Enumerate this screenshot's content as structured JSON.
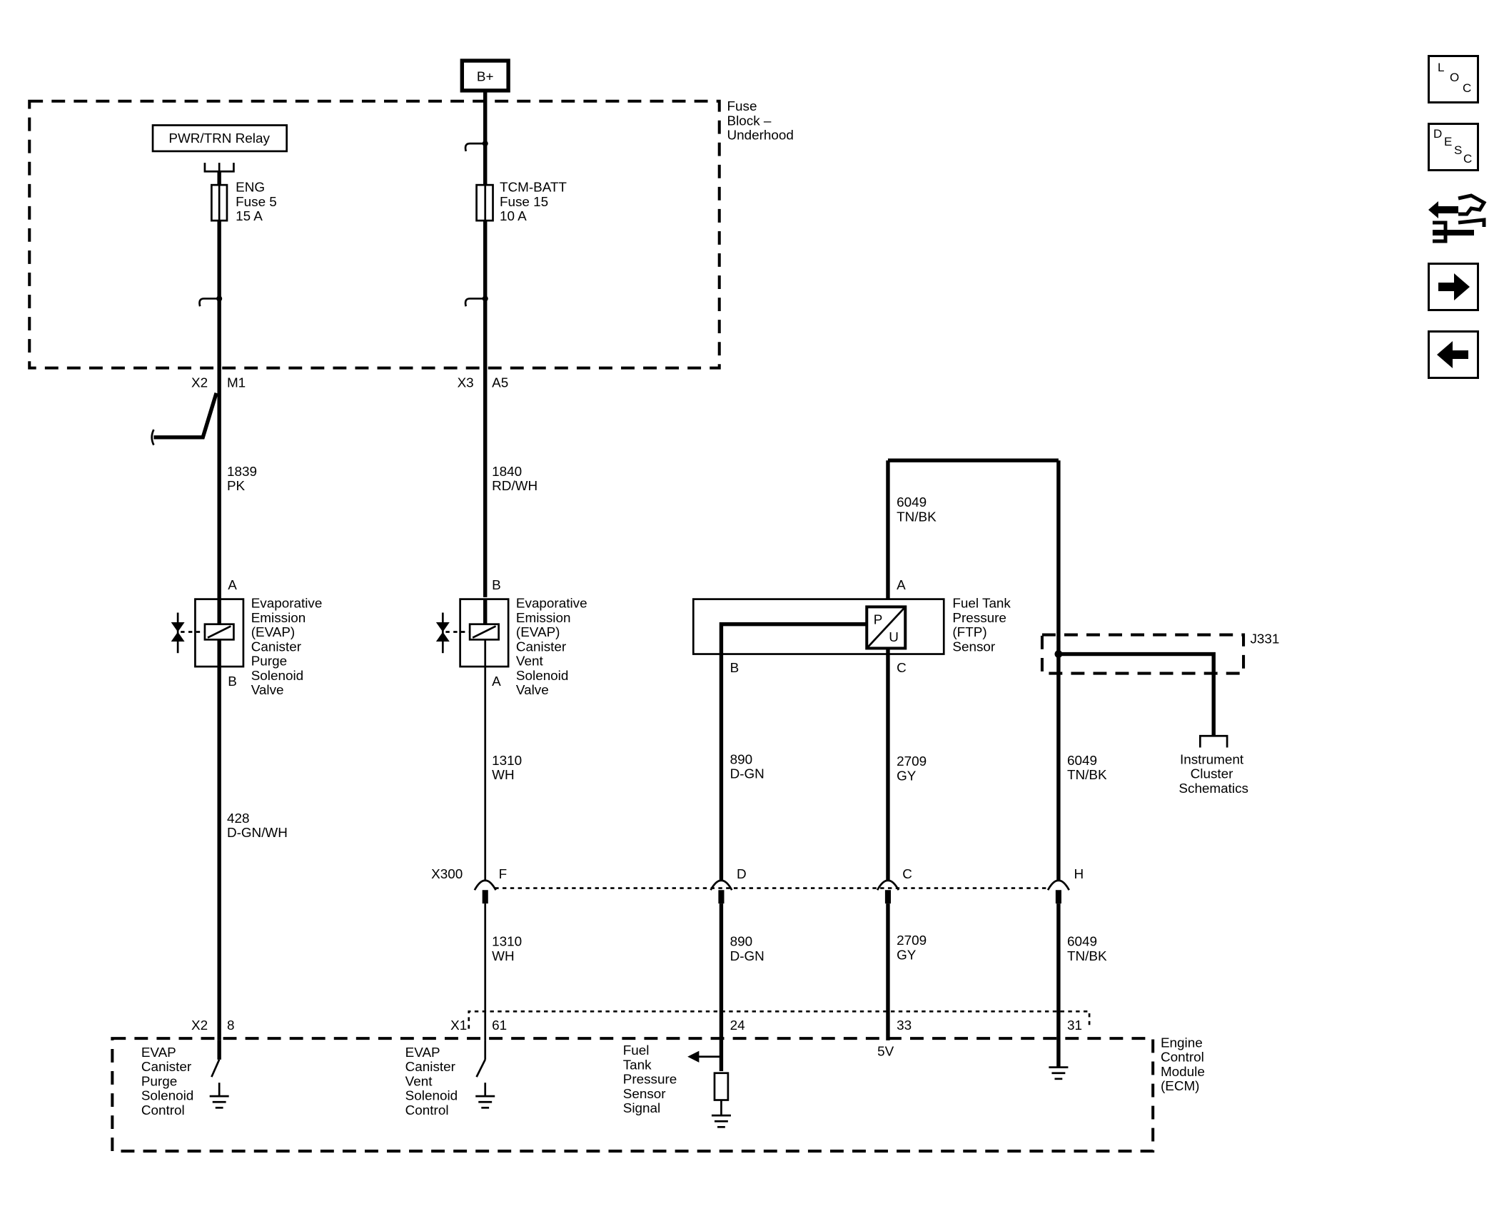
{
  "power": {
    "bplus": "B+"
  },
  "fuse_block": {
    "title": "Fuse Block – Underhood",
    "title_lines": [
      "Fuse",
      "Block –",
      "Underhood"
    ],
    "relay": "PWR/TRN Relay",
    "fuse_eng": [
      "ENG",
      "Fuse 5",
      "15 A"
    ],
    "fuse_tcm": [
      "TCM-BATT",
      "Fuse 15",
      "10 A"
    ]
  },
  "connectors": {
    "x2": "X2",
    "m1": "M1",
    "x3": "X3",
    "a5": "A5",
    "x300": "X300",
    "f": "F",
    "d": "D",
    "c": "C",
    "h": "H",
    "x2b": "X2",
    "p8": "8",
    "x1": "X1",
    "p61": "61",
    "p24": "24",
    "p33": "33",
    "p31": "31"
  },
  "wires": {
    "w1839": [
      "1839",
      "PK"
    ],
    "w1840": [
      "1840",
      "RD/WH"
    ],
    "w428": [
      "428",
      "D-GN/WH"
    ],
    "w1310a": [
      "1310",
      "WH"
    ],
    "w1310b": [
      "1310",
      "WH"
    ],
    "w890a": [
      "890",
      "D-GN"
    ],
    "w890b": [
      "890",
      "D-GN"
    ],
    "w2709a": [
      "2709",
      "GY"
    ],
    "w2709b": [
      "2709",
      "GY"
    ],
    "w6049top": [
      "6049",
      "TN/BK"
    ],
    "w6049mid": [
      "6049",
      "TN/BK"
    ],
    "w6049bot": [
      "6049",
      "TN/BK"
    ]
  },
  "components": {
    "purge_valve": {
      "pin_top": "A",
      "pin_bottom": "B",
      "label": [
        "Evaporative",
        "Emission",
        "(EVAP)",
        "Canister",
        "Purge",
        "Solenoid",
        "Valve"
      ]
    },
    "vent_valve": {
      "pin_top": "B",
      "pin_bottom": "A",
      "label": [
        "Evaporative",
        "Emission",
        "(EVAP)",
        "Canister",
        "Vent",
        "Solenoid",
        "Valve"
      ]
    },
    "ftp_sensor": {
      "pin_a": "A",
      "pin_b": "B",
      "pin_c": "C",
      "p": "P",
      "u": "U",
      "label": [
        "Fuel Tank",
        "Pressure",
        "(FTP)",
        "Sensor"
      ]
    },
    "j331": {
      "label": "J331"
    },
    "instrument_cluster": [
      "Instrument",
      "Cluster",
      "Schematics"
    ]
  },
  "ecm": {
    "label": [
      "Engine",
      "Control",
      "Module",
      "(ECM)"
    ],
    "purge_ctrl": [
      "EVAP",
      "Canister",
      "Purge",
      "Solenoid",
      "Control"
    ],
    "vent_ctrl": [
      "EVAP",
      "Canister",
      "Vent",
      "Solenoid",
      "Control"
    ],
    "ftp_signal": [
      "Fuel",
      "Tank",
      "Pressure",
      "Sensor",
      "Signal"
    ],
    "five_v": "5V"
  },
  "nav": {
    "loc": {
      "l": "L",
      "o": "O",
      "c": "C"
    },
    "desc": {
      "d": "D",
      "e": "E",
      "s": "S",
      "c": "C"
    },
    "icons": [
      "loc-icon",
      "desc-icon",
      "connector-swap-icon",
      "arrow-right-icon",
      "arrow-left-icon"
    ]
  }
}
